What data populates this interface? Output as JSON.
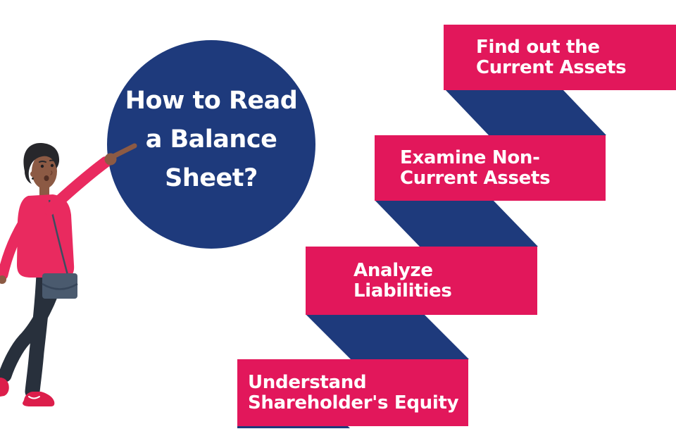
{
  "title_circle": {
    "lines": [
      "How to Read",
      "a Balance",
      "Sheet?"
    ]
  },
  "steps": [
    {
      "lines": [
        "Find out the",
        "Current Assets"
      ]
    },
    {
      "lines": [
        "Examine Non-",
        "Current Assets"
      ]
    },
    {
      "lines": [
        "Analyze",
        "Liabilities"
      ]
    },
    {
      "lines": [
        "Understand",
        "Shareholder's Equity"
      ]
    }
  ],
  "colors": {
    "step_pink": "#E2175B",
    "ribbon_navy": "#1E3A7C",
    "circle_navy": "#1E3A7C",
    "text_white": "#FFFFFF",
    "sweater_pink": "#E92A5F",
    "skin_brown": "#8C5A44",
    "hair_dark": "#27272B",
    "pants_dark": "#28303C",
    "bag_slate": "#4A5A6E",
    "shoe_crimson": "#DC1E4B"
  },
  "illustration": {
    "name": "person-pointing-at-title"
  }
}
